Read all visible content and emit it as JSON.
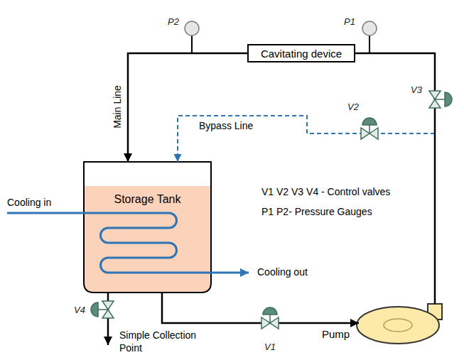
{
  "diagram": {
    "nodes": [
      {
        "text": [
          "Storage Tank"
        ]
      },
      {
        "text": [
          "Cavitating device"
        ]
      },
      {
        "text": [
          "Pump"
        ]
      }
    ],
    "edges": [
      {
        "from": 0,
        "to": 2,
        "arrow": "to"
      },
      {
        "from": 2,
        "to": 1,
        "arrow": "none"
      },
      {
        "from": 1,
        "to": 0,
        "arrow": "to",
        "label": "Main Line"
      },
      {
        "from": 2,
        "to": 0,
        "arrow": "to",
        "label": "Bypass Line"
      }
    ],
    "labels": [
      "P2",
      "P1",
      "V3",
      "V2",
      "V1 V2 V3 V4 - Control valves",
      "Cooling in",
      "P1 P2- Pressure Gauges",
      "Cooling out",
      "V4",
      "V1",
      "Simple Collection Point"
    ]
  }
}
